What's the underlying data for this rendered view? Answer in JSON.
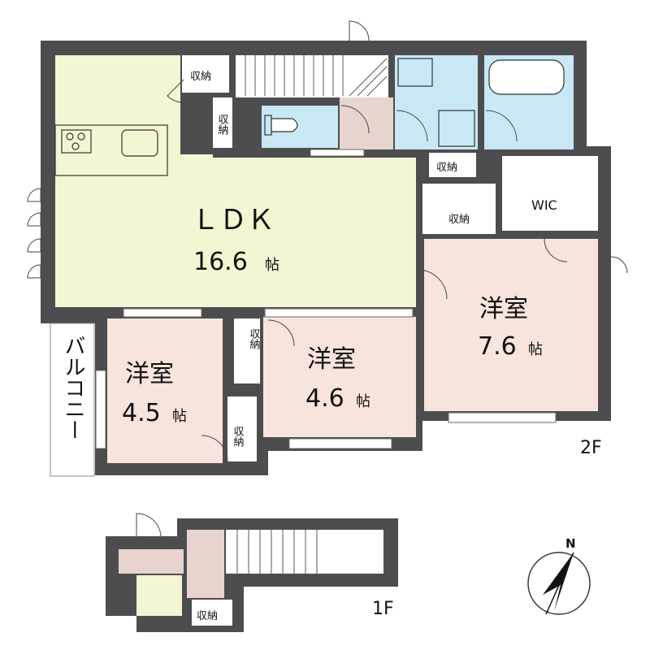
{
  "floor_2f": {
    "label": "2F",
    "rooms": {
      "ldk": {
        "name": "ＬＤＫ",
        "size": "16.6",
        "unit": "帖"
      },
      "western_large": {
        "name": "洋室",
        "size": "7.6",
        "unit": "帖"
      },
      "western_mid": {
        "name": "洋室",
        "size": "4.6",
        "unit": "帖"
      },
      "western_small": {
        "name": "洋室",
        "size": "4.5",
        "unit": "帖"
      },
      "balcony": {
        "name": "バルコニー"
      },
      "wic": {
        "name": "WIC"
      }
    },
    "storage_label": "収納"
  },
  "floor_1f": {
    "label": "1F",
    "storage_label": "収納"
  },
  "compass": {
    "north_label": "N"
  },
  "colors": {
    "wall": "#4d4d4f",
    "ldk": "#f4f5d2",
    "western": "#f7e4dc",
    "wet": "#c8e8f5",
    "hall": "#e8d4cf",
    "white": "#ffffff"
  }
}
